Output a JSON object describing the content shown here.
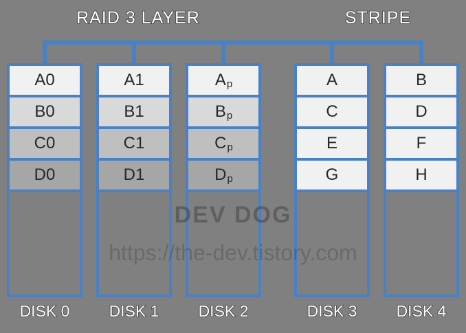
{
  "diagram": {
    "background_color": "#808080",
    "accent_color": "#4a81c4",
    "groups": [
      {
        "id": "raid3",
        "label": "RAID 3 LAYER"
      },
      {
        "id": "stripe",
        "label": "STRIPE"
      }
    ],
    "cell_shades": [
      "#f1f1f1",
      "#d9d9d9",
      "#bfbfbf",
      "#a6a6a6"
    ],
    "disks": [
      {
        "caption": "DISK 0",
        "group": "raid3",
        "role": "data",
        "shaded": true,
        "cells": [
          {
            "base": "A0",
            "sub": ""
          },
          {
            "base": "B0",
            "sub": ""
          },
          {
            "base": "C0",
            "sub": ""
          },
          {
            "base": "D0",
            "sub": ""
          }
        ]
      },
      {
        "caption": "DISK 1",
        "group": "raid3",
        "role": "data",
        "shaded": true,
        "cells": [
          {
            "base": "A1",
            "sub": ""
          },
          {
            "base": "B1",
            "sub": ""
          },
          {
            "base": "C1",
            "sub": ""
          },
          {
            "base": "D1",
            "sub": ""
          }
        ]
      },
      {
        "caption": "DISK 2",
        "group": "raid3",
        "role": "parity",
        "shaded": true,
        "cells": [
          {
            "base": "A",
            "sub": "p"
          },
          {
            "base": "B",
            "sub": "p"
          },
          {
            "base": "C",
            "sub": "p"
          },
          {
            "base": "D",
            "sub": "p"
          }
        ]
      },
      {
        "caption": "DISK 3",
        "group": "stripe",
        "role": "stripe",
        "shaded": false,
        "cells": [
          {
            "base": "A",
            "sub": ""
          },
          {
            "base": "C",
            "sub": ""
          },
          {
            "base": "E",
            "sub": ""
          },
          {
            "base": "G",
            "sub": ""
          }
        ]
      },
      {
        "caption": "DISK 4",
        "group": "stripe",
        "role": "stripe",
        "shaded": false,
        "cells": [
          {
            "base": "B",
            "sub": ""
          },
          {
            "base": "D",
            "sub": ""
          },
          {
            "base": "F",
            "sub": ""
          },
          {
            "base": "H",
            "sub": ""
          }
        ]
      }
    ]
  },
  "watermark": {
    "brand": "DEV DOG",
    "url": "https://the-dev.tistory.com"
  }
}
